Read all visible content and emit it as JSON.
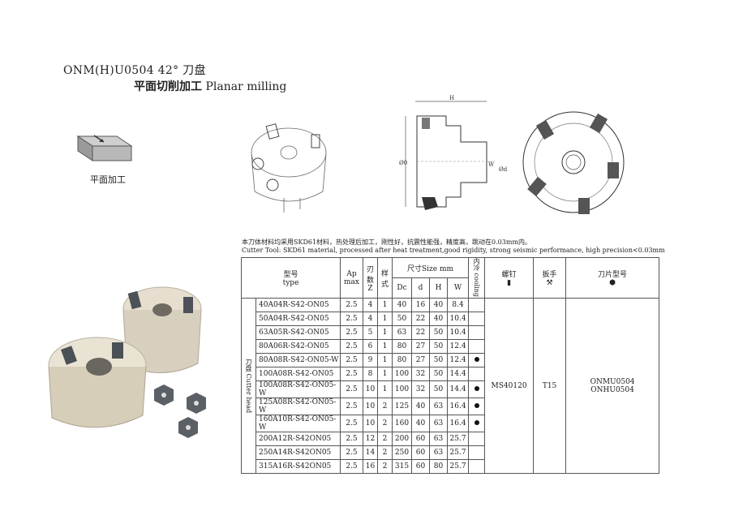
{
  "header": {
    "title_line1": "ONM(H)U0504   42°  刀盘",
    "title_cn": "平面切削加工",
    "title_en": "Planar milling"
  },
  "plane_label": "平面加工",
  "drawing_labels": {
    "H": "H",
    "D": "Ø0",
    "W": "W",
    "d": "Ød"
  },
  "notes": {
    "cn": "本刀体材料均采用SKD61材料，热处理后加工，刚性好，抗震性能强，精度高，跳动在0.03mm内。",
    "en": "Cutter Tool: SKD61 material, processed after heat treatment,good rigidity, strong seismic performance, high precision<0.03mm"
  },
  "table": {
    "h_model_cn": "型号",
    "h_model_en": "type",
    "h_ap": "Ap",
    "h_ap2": "max",
    "h_z_cn": "刃数",
    "h_z": "Z",
    "h_style": "样式",
    "h_size": "尺寸Size  mm",
    "h_dc": "Dc",
    "h_d": "d",
    "h_h": "H",
    "h_w": "W",
    "h_cooling": "内冷 cooling",
    "h_screw": "螺钉",
    "h_wrench": "扳手",
    "h_insert": "刀片型号",
    "side_label": "刀盘 Cutter head",
    "rows": [
      {
        "model": "40A04R-S42-ON05",
        "ap": "2.5",
        "z": "4",
        "style": "1",
        "dc": "40",
        "d": "16",
        "h": "40",
        "w": "8.4",
        "cool": false
      },
      {
        "model": "50A04R-S42-ON05",
        "ap": "2.5",
        "z": "4",
        "style": "1",
        "dc": "50",
        "d": "22",
        "h": "40",
        "w": "10.4",
        "cool": false
      },
      {
        "model": "63A05R-S42-ON05",
        "ap": "2.5",
        "z": "5",
        "style": "1",
        "dc": "63",
        "d": "22",
        "h": "50",
        "w": "10.4",
        "cool": false
      },
      {
        "model": "80A06R-S42-ON05",
        "ap": "2.5",
        "z": "6",
        "style": "1",
        "dc": "80",
        "d": "27",
        "h": "50",
        "w": "12.4",
        "cool": false
      },
      {
        "model": "80A08R-S42-ON05-W",
        "ap": "2.5",
        "z": "9",
        "style": "1",
        "dc": "80",
        "d": "27",
        "h": "50",
        "w": "12.4",
        "cool": true
      },
      {
        "model": "100A08R-S42-ON05",
        "ap": "2.5",
        "z": "8",
        "style": "1",
        "dc": "100",
        "d": "32",
        "h": "50",
        "w": "14.4",
        "cool": false
      },
      {
        "model": "100A08R-S42-ON05-W",
        "ap": "2.5",
        "z": "10",
        "style": "1",
        "dc": "100",
        "d": "32",
        "h": "50",
        "w": "14.4",
        "cool": true
      },
      {
        "model": "125A08R-S42-ON05-W",
        "ap": "2.5",
        "z": "10",
        "style": "2",
        "dc": "125",
        "d": "40",
        "h": "63",
        "w": "16.4",
        "cool": true
      },
      {
        "model": "160A10R-S42-ON05-W",
        "ap": "2.5",
        "z": "10",
        "style": "2",
        "dc": "160",
        "d": "40",
        "h": "63",
        "w": "16.4",
        "cool": true
      },
      {
        "model": "200A12R-S42ON05",
        "ap": "2.5",
        "z": "12",
        "style": "2",
        "dc": "200",
        "d": "60",
        "h": "63",
        "w": "25.7",
        "cool": false
      },
      {
        "model": "250A14R-S42ON05",
        "ap": "2.5",
        "z": "14",
        "style": "2",
        "dc": "250",
        "d": "60",
        "h": "63",
        "w": "25.7",
        "cool": false
      },
      {
        "model": "315A16R-S42ON05",
        "ap": "2.5",
        "z": "16",
        "style": "2",
        "dc": "315",
        "d": "60",
        "h": "80",
        "w": "25.7",
        "cool": false
      }
    ],
    "screw": "MS40120",
    "wrench": "T15",
    "insert1": "ONMU0504",
    "insert2": "ONHU0504"
  }
}
